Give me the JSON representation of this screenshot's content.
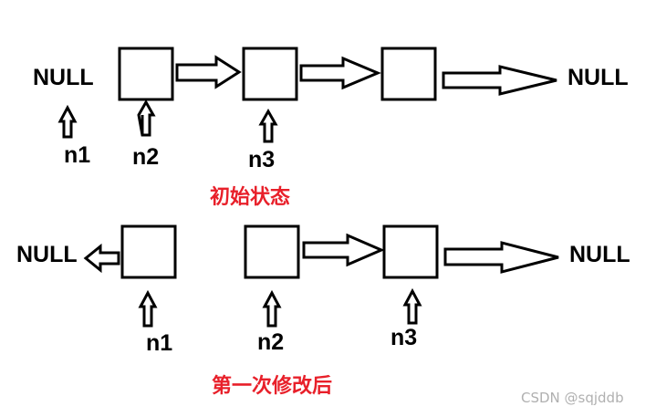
{
  "state1": {
    "null_left": "NULL",
    "null_right": "NULL",
    "n1": "n1",
    "n2": "n2",
    "n3": "n3",
    "caption": "初始状态"
  },
  "state2": {
    "null_left": "NULL",
    "null_right": "NULL",
    "n1": "n1",
    "n2": "n2",
    "n3": "n3",
    "caption": "第一次修改后"
  },
  "watermark": "CSDN @sqjddb",
  "colors": {
    "caption": "#e8202a",
    "watermark": "#b0b0b0",
    "stroke": "#000000"
  }
}
